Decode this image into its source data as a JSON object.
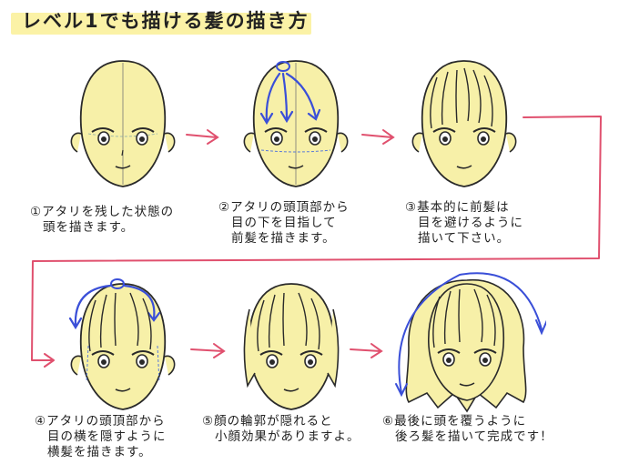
{
  "title": "レベル1でも描ける髪の描き方",
  "colors": {
    "skin": "#f7f0a8",
    "line": "#2a2a2a",
    "arrow_blue": "#3a4fd8",
    "arrow_red": "#e0506e",
    "title_bg": "#fbf2a6"
  },
  "steps": [
    {
      "lines": [
        "①アタリを残した状態の",
        "頭を描きます。"
      ]
    },
    {
      "lines": [
        "②アタリの頭頂部から",
        "目の下を目指して",
        "前髪を描きます。"
      ]
    },
    {
      "lines": [
        "③基本的に前髪は",
        "目を避けるように",
        "描いて下さい。"
      ]
    },
    {
      "lines": [
        "④アタリの頭頂部から",
        "目の横を隠すように",
        "横髪を描きます。"
      ]
    },
    {
      "lines": [
        "⑤顔の輪郭が隠れると",
        "小顔効果がありますよ。"
      ]
    },
    {
      "lines": [
        "⑥最後に頭を覆うように",
        "後ろ髪を描いて完成です！"
      ]
    }
  ]
}
